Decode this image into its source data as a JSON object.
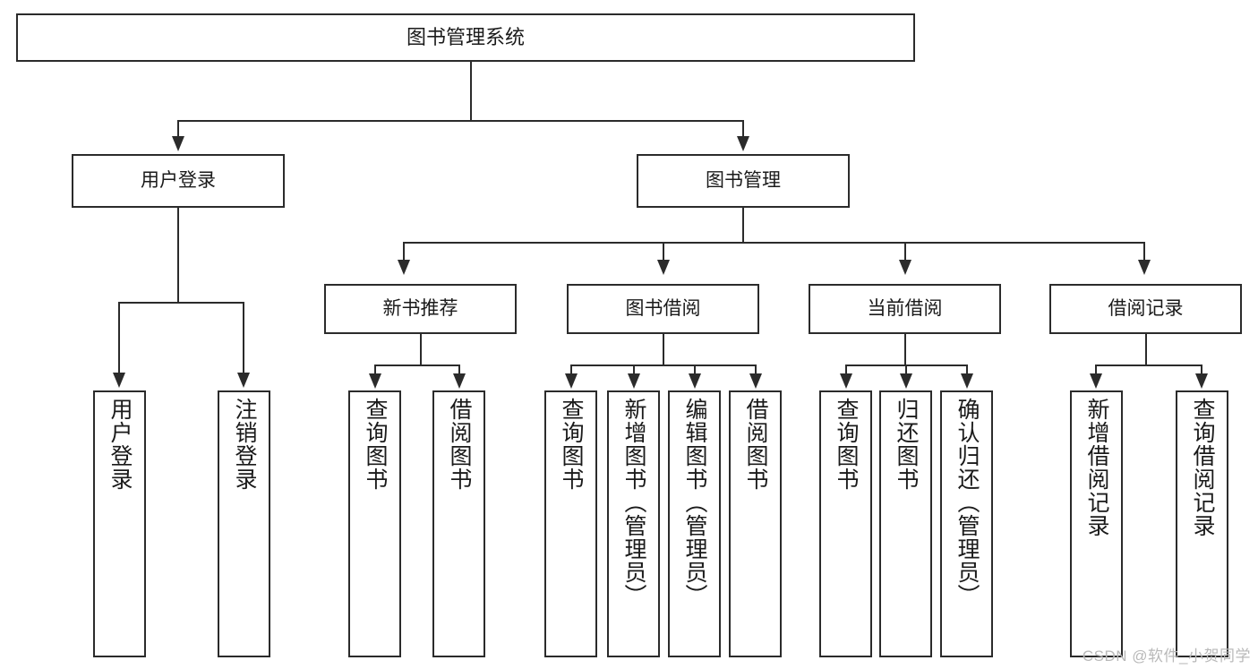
{
  "diagram": {
    "type": "tree-hierarchy-chart",
    "title": "图书管理系统",
    "watermark": "CSDN @软件_小贺同学",
    "colors": {
      "stroke": "#2b2b2b",
      "fill": "#ffffff",
      "text": "#1a1a1a",
      "watermark": "#b9b9b9"
    },
    "levels": {
      "root": {
        "label": "图书管理系统"
      },
      "level1": [
        {
          "id": "user-login",
          "label": "用户登录"
        },
        {
          "id": "book-management",
          "label": "图书管理"
        }
      ],
      "level2": [
        {
          "id": "new-book-recommend",
          "label": "新书推荐"
        },
        {
          "id": "book-borrow",
          "label": "图书借阅"
        },
        {
          "id": "current-borrow",
          "label": "当前借阅"
        },
        {
          "id": "borrow-record",
          "label": "借阅记录"
        }
      ],
      "leaves": {
        "user-login": [
          {
            "id": "leaf-user-login",
            "label": "用户登录"
          },
          {
            "id": "leaf-user-logout",
            "label": "注销登录"
          }
        ],
        "new-book-recommend": [
          {
            "id": "leaf-query-book-1",
            "label": "查询图书"
          },
          {
            "id": "leaf-borrow-book-1",
            "label": "借阅图书"
          }
        ],
        "book-borrow": [
          {
            "id": "leaf-query-book-2",
            "label": "查询图书"
          },
          {
            "id": "leaf-add-book",
            "label": "新增图书（管理员）"
          },
          {
            "id": "leaf-edit-book",
            "label": "编辑图书（管理员）"
          },
          {
            "id": "leaf-borrow-book-2",
            "label": "借阅图书"
          }
        ],
        "current-borrow": [
          {
            "id": "leaf-query-book-3",
            "label": "查询图书"
          },
          {
            "id": "leaf-return-book",
            "label": "归还图书"
          },
          {
            "id": "leaf-confirm-return",
            "label": "确认归还（管理员）"
          }
        ],
        "borrow-record": [
          {
            "id": "leaf-add-record",
            "label": "新增借阅记录"
          },
          {
            "id": "leaf-query-record",
            "label": "查询借阅记录"
          }
        ]
      }
    }
  }
}
